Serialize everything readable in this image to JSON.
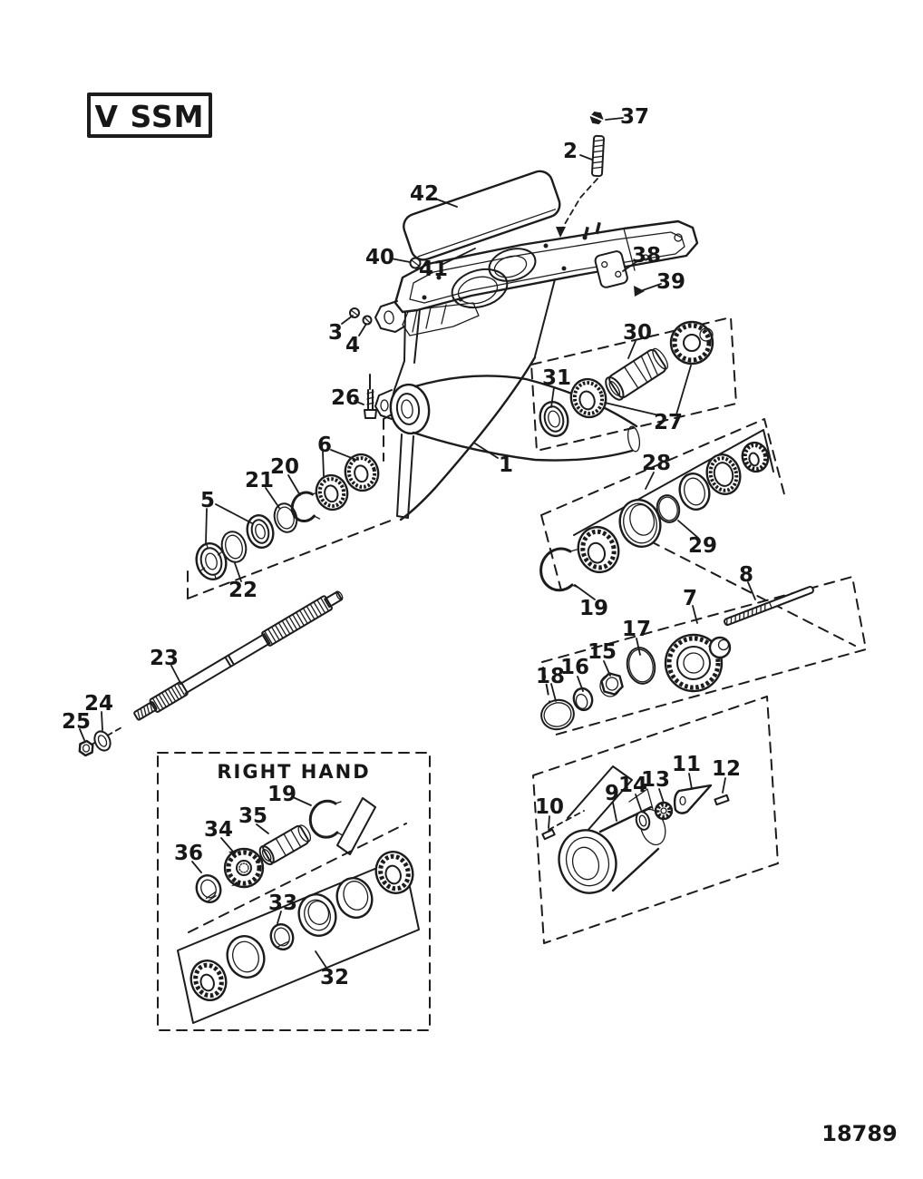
{
  "figure": {
    "model_code": "V SSM",
    "drawing_number": "18789",
    "inset_title": "RIGHT HAND",
    "colors": {
      "ink": "#1c1c1c",
      "background": "#ffffff"
    },
    "callouts": [
      "37",
      "2",
      "42",
      "40",
      "41",
      "38",
      "39",
      "3",
      "4",
      "26",
      "30",
      "31",
      "27",
      "1",
      "5",
      "21",
      "20",
      "6",
      "22",
      "28",
      "29",
      "19",
      "8",
      "7",
      "17",
      "15",
      "16",
      "18",
      "23",
      "24",
      "25",
      "10",
      "9",
      "14",
      "13",
      "11",
      "12",
      "19",
      "35",
      "34",
      "36",
      "33",
      "32"
    ]
  }
}
